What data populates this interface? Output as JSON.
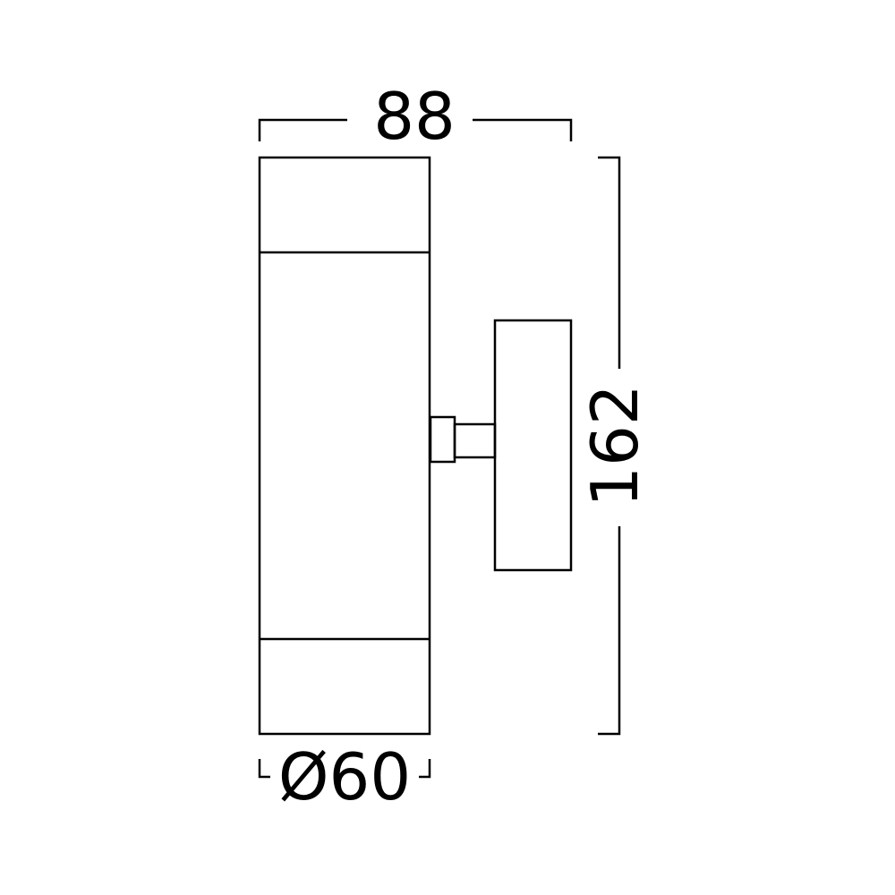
{
  "dimensions": {
    "width_label": "88",
    "height_label": "162",
    "diameter_label": "Ø60"
  },
  "colors": {
    "line": "#000000",
    "background": "#ffffff"
  }
}
